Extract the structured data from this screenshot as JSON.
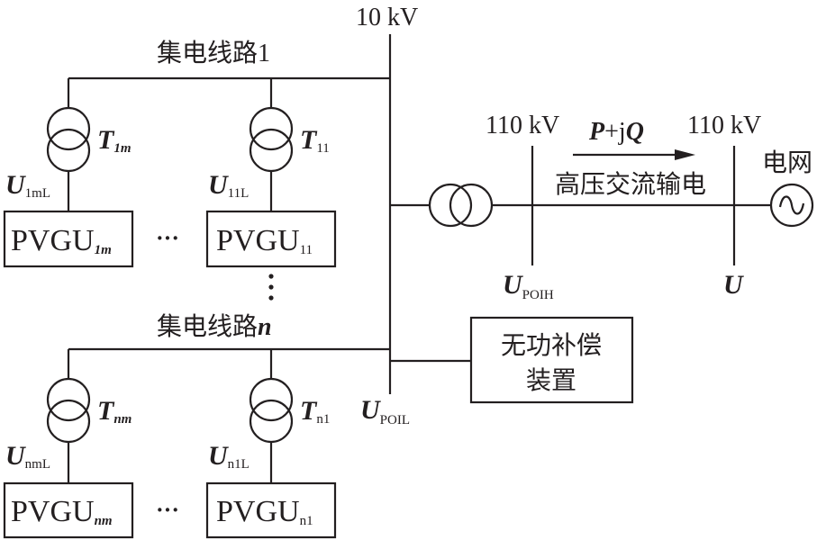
{
  "labels": {
    "bus_lv": "10 kV",
    "bus_hv_left": "110 kV",
    "bus_hv_right": "110 kV",
    "power_flow": {
      "p": "P",
      "plus": "+j",
      "q": "Q"
    },
    "hvac_transmission": "高压交流输电",
    "grid": "电网",
    "feeder_1": {
      "name": "集电线路",
      "index": "1"
    },
    "feeder_n": {
      "name": "集电线路",
      "index": "n"
    },
    "var_compensator": {
      "line1": "无功补偿",
      "line2": "装置"
    },
    "vertical_ellipsis": "⋮",
    "ellipsis": "···"
  },
  "voltages": {
    "poi_low": {
      "sym": "U",
      "sub": "POIL"
    },
    "poi_high": {
      "sym": "U",
      "sub": "POIH"
    },
    "grid": {
      "sym": "U",
      "sub": ""
    }
  },
  "feeders": [
    {
      "units": [
        {
          "transformer": {
            "sym": "T",
            "sub": "1m"
          },
          "voltage": {
            "sym": "U",
            "sub": "1mL"
          },
          "pvgu": {
            "name": "PVGU",
            "sub": "1m"
          }
        },
        {
          "transformer": {
            "sym": "T",
            "sub": "11"
          },
          "voltage": {
            "sym": "U",
            "sub": "11L"
          },
          "pvgu": {
            "name": "PVGU",
            "sub": "11"
          }
        }
      ]
    },
    {
      "units": [
        {
          "transformer": {
            "sym": "T",
            "sub": "nm"
          },
          "voltage": {
            "sym": "U",
            "sub": "nmL"
          },
          "pvgu": {
            "name": "PVGU",
            "sub": "nm"
          }
        },
        {
          "transformer": {
            "sym": "T",
            "sub": "n1"
          },
          "voltage": {
            "sym": "U",
            "sub": "n1L"
          },
          "pvgu": {
            "name": "PVGU",
            "sub": "n1"
          }
        }
      ]
    }
  ]
}
